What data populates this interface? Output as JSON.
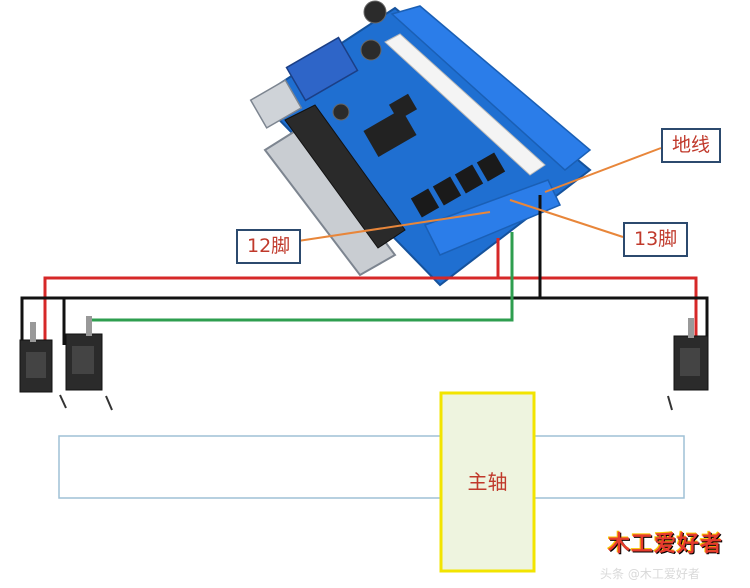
{
  "labels": {
    "ground": "地线",
    "pin12": "12脚",
    "pin13": "13脚",
    "spindle": "主轴"
  },
  "watermark": {
    "logo_text": "木工爱好者",
    "caption": "头条 @木工爱好者"
  },
  "colors": {
    "board_blue": "#1f6fd1",
    "terminal_blue": "#2b7de9",
    "wire_red": "#d62828",
    "wire_black": "#111111",
    "wire_green": "#2e9e4f",
    "leader_orange": "#e8863a",
    "callout_border": "#2c4a6e",
    "label_red": "#c0392b",
    "spindle_yellow": "#f2e400",
    "spindle_fill": "#eef4df",
    "rail_border": "#9fc1d6"
  }
}
